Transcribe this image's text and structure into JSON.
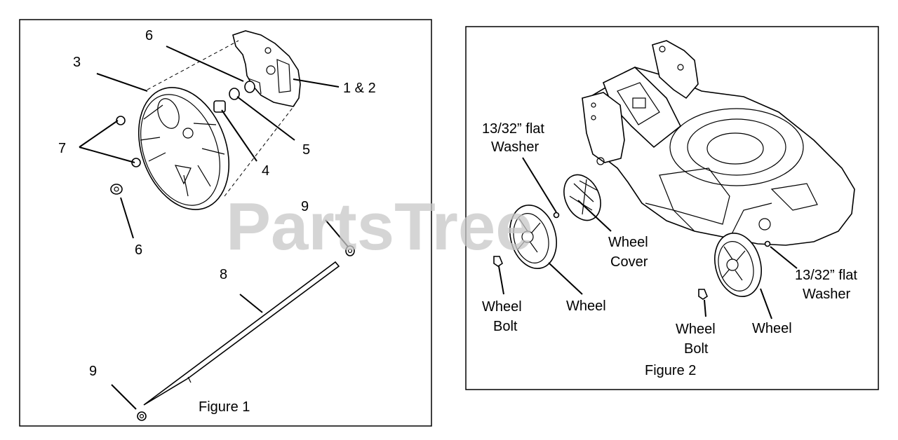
{
  "watermark": "PartsTree",
  "figure1": {
    "caption": "Figure 1",
    "callouts": {
      "c6_top": "6",
      "c3": "3",
      "c1_2": "1 & 2",
      "c7": "7",
      "c5": "5",
      "c4": "4",
      "c9_right": "9",
      "c6_bottom": "6",
      "c8": "8",
      "c9_left": "9"
    }
  },
  "figure2": {
    "caption": "Figure 2",
    "labels": {
      "washer_left_1": "13/32” flat",
      "washer_left_2": "Washer",
      "cover_1": "Wheel",
      "cover_2": "Cover",
      "bolt_left_1": "Wheel",
      "bolt_left_2": "Bolt",
      "wheel_left": "Wheel",
      "washer_right_1": "13/32” flat",
      "washer_right_2": "Washer",
      "bolt_right_1": "Wheel",
      "bolt_right_2": "Bolt",
      "wheel_right": "Wheel"
    }
  }
}
